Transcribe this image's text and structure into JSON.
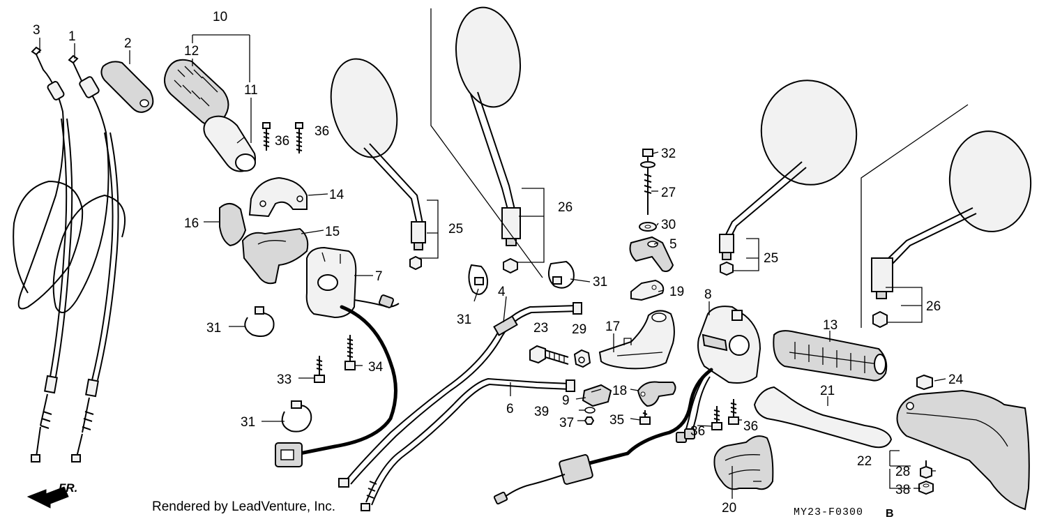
{
  "callouts": {
    "c1": "1",
    "c2": "2",
    "c3": "3",
    "c4": "4",
    "c5": "5",
    "c6": "6",
    "c7": "7",
    "c8": "8",
    "c9": "9",
    "c10": "10",
    "c11": "11",
    "c12": "12",
    "c13": "13",
    "c14": "14",
    "c15": "15",
    "c16": "16",
    "c17": "17",
    "c18": "18",
    "c19": "19",
    "c20": "20",
    "c21": "21",
    "c22": "22",
    "c23": "23",
    "c24": "24",
    "c25a": "25",
    "c25b": "25",
    "c26a": "26",
    "c26b": "26",
    "c27": "27",
    "c28": "28",
    "c29": "29",
    "c30": "30",
    "c31a": "31",
    "c31b": "31",
    "c31c": "31",
    "c31d": "31",
    "c32": "32",
    "c33": "33",
    "c34": "34",
    "c35": "35",
    "c36a": "36",
    "c36b": "36",
    "c36c": "36",
    "c36d": "36",
    "c37": "37",
    "c38": "38",
    "c39": "39"
  },
  "direction_label": "FR.",
  "credit": "Rendered by LeadVenture, Inc.",
  "diagram_code": "MY23-F0300",
  "diagram_code_suffix": "B"
}
